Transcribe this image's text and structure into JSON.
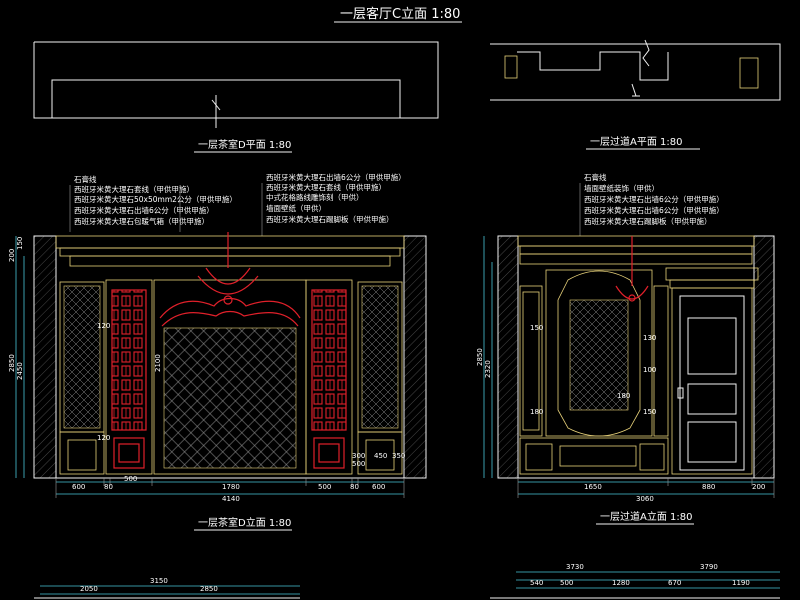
{
  "drawing": {
    "title_top": "一层客厅C立面 1:80",
    "plan_d_title": "一层茶室D平面 1:80",
    "plan_a_title": "一层过道A平面 1:80",
    "elev_d_title": "一层茶室D立面 1:80",
    "elev_a_title": "一层过道A立面 1:80"
  },
  "notes_left": [
    "石膏线",
    "西班牙米黄大理石套线（甲供甲施）",
    "西班牙米黄大理石50x50mm2公分（甲供甲施）",
    "西班牙米黄大理石出墙6公分（甲供甲施）",
    "西班牙米黄大理石包暖气箱（甲供甲施）"
  ],
  "notes_mid": [
    "西班牙米黄大理石出墙6公分（甲供甲施）",
    "西班牙米黄大理石套线（甲供甲施）",
    "中式花格路线雕饰刻（甲供）",
    "墙面壁纸（甲供）",
    "西班牙米黄大理石踢脚板（甲供甲施）"
  ],
  "notes_right": [
    "石膏线",
    "墙面壁纸装饰（甲供）",
    "西班牙米黄大理石出墙6公分（甲供甲施）",
    "西班牙米黄大理石出墙6公分（甲供甲施）",
    "西班牙米黄大理石踢脚板（甲供甲施）"
  ],
  "dims_d_bottom": [
    "600",
    "80",
    "500",
    "1780",
    "500",
    "80",
    "600"
  ],
  "dims_d_total": "4140",
  "dims_d_left": [
    "2850",
    "2450",
    "200",
    "150"
  ],
  "dims_d_inner": [
    "2100",
    "120",
    "120",
    "300",
    "450",
    "500",
    "350"
  ],
  "dims_a_bottom": [
    "1650",
    "880",
    "200"
  ],
  "dims_a_total": "3060",
  "dims_a_left": [
    "2850",
    "2320"
  ],
  "dims_a_inner": [
    "130",
    "100",
    "150",
    "180",
    "180",
    "150"
  ],
  "dims_bottom_small": [
    "3150",
    "2050",
    "2850",
    "3730",
    "3790",
    "540",
    "500",
    "1280",
    "670",
    "1190"
  ]
}
